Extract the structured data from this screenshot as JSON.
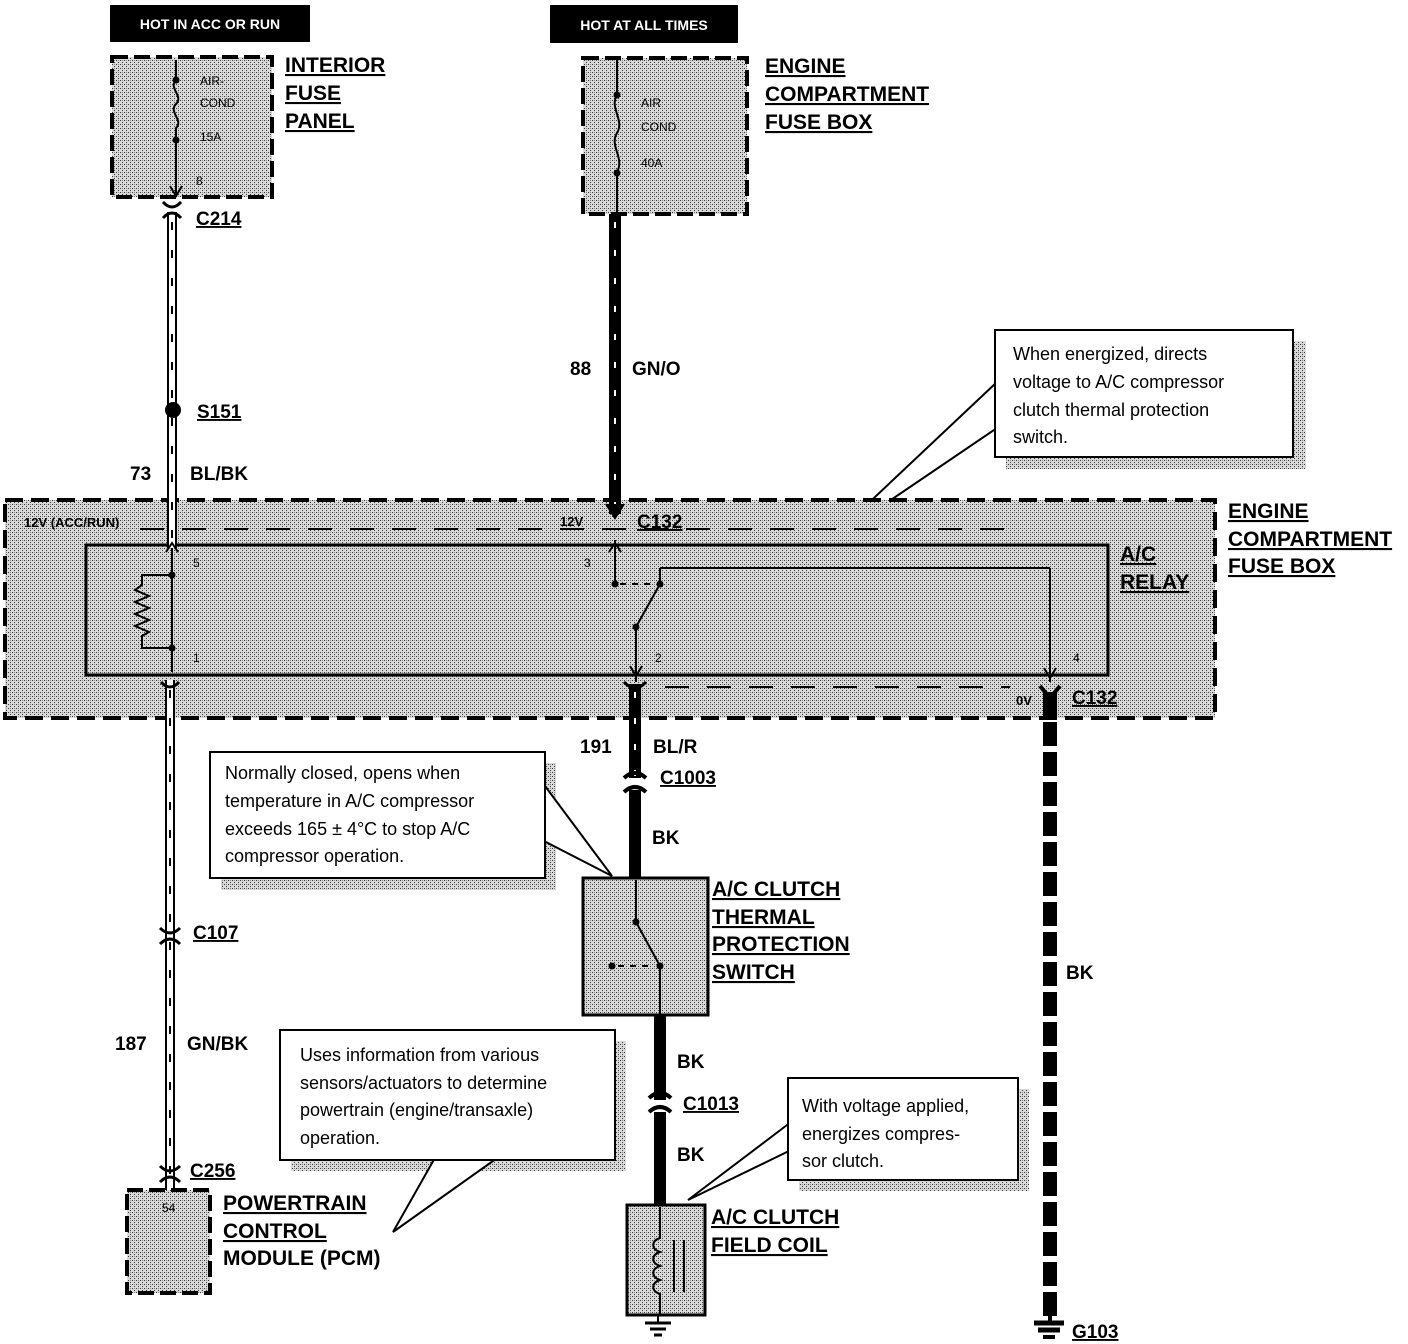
{
  "supply": {
    "acc_run": "HOT IN ACC OR RUN",
    "all_times": "HOT AT ALL TIMES"
  },
  "interior_fuse_panel": {
    "title": [
      "INTERIOR",
      "FUSE",
      "PANEL"
    ],
    "fuse": {
      "name": [
        "AIR-",
        "COND"
      ],
      "rating": "15A",
      "number": "8"
    }
  },
  "engine_fuse_box_top": {
    "title": [
      "ENGINE",
      "COMPARTMENT",
      "FUSE BOX"
    ],
    "fuse": {
      "name": [
        "AIR",
        "COND"
      ],
      "rating": "40A"
    }
  },
  "engine_fuse_box": {
    "title": [
      "ENGINE",
      "COMPARTMENT",
      "FUSE BOX"
    ],
    "voltage_acc_run": "12V (ACC/RUN)",
    "voltage_battery": "12V",
    "voltage_output": "0V",
    "connector_top": "C132",
    "connector_bottom": "C132"
  },
  "relay": {
    "title": [
      "A/C",
      "RELAY"
    ],
    "pins": {
      "left_top": "5",
      "left_bottom": "1",
      "mid_top": "3",
      "mid_bottom": "2",
      "right_bottom": "4"
    }
  },
  "wires": {
    "acc_feed": {
      "circuit": "73",
      "color": "BL/BK"
    },
    "battery_feed": {
      "circuit": "88",
      "color": "GN/O"
    },
    "relay_output": {
      "circuit": "191",
      "color": "BL/R"
    },
    "pcm_signal": {
      "circuit": "187",
      "color": "GN/BK"
    },
    "switch_feed_color": "BK",
    "coil_feed_upper_color": "BK",
    "coil_feed_lower_color": "BK",
    "ground_color": "BK"
  },
  "connectors": {
    "c214": "C214",
    "s151": "S151",
    "c1003": "C1003",
    "c1013": "C1013",
    "c107": "C107",
    "c256": "C256",
    "g103": "G103"
  },
  "thermal_switch": {
    "title": [
      "A/C CLUTCH",
      "THERMAL",
      "PROTECTION",
      "SWITCH"
    ]
  },
  "field_coil": {
    "title": [
      "A/C CLUTCH",
      "FIELD COIL"
    ]
  },
  "pcm": {
    "title": [
      "POWERTRAIN",
      "CONTROL",
      "MODULE (PCM)"
    ],
    "pin": "54"
  },
  "callouts": {
    "relay": [
      "When energized, directs",
      "voltage to A/C compressor",
      "clutch thermal protection",
      "switch."
    ],
    "thermal_switch": [
      "Normally closed, opens when",
      "temperature in A/C compressor",
      "exceeds 165 ± 4°C to stop A/C",
      "compressor operation."
    ],
    "pcm": [
      "Uses information from various",
      "sensors/actuators to determine",
      "powertrain (engine/transaxle)",
      "operation."
    ],
    "field_coil": [
      "With voltage applied,",
      "energizes compres-",
      "sor clutch."
    ]
  }
}
